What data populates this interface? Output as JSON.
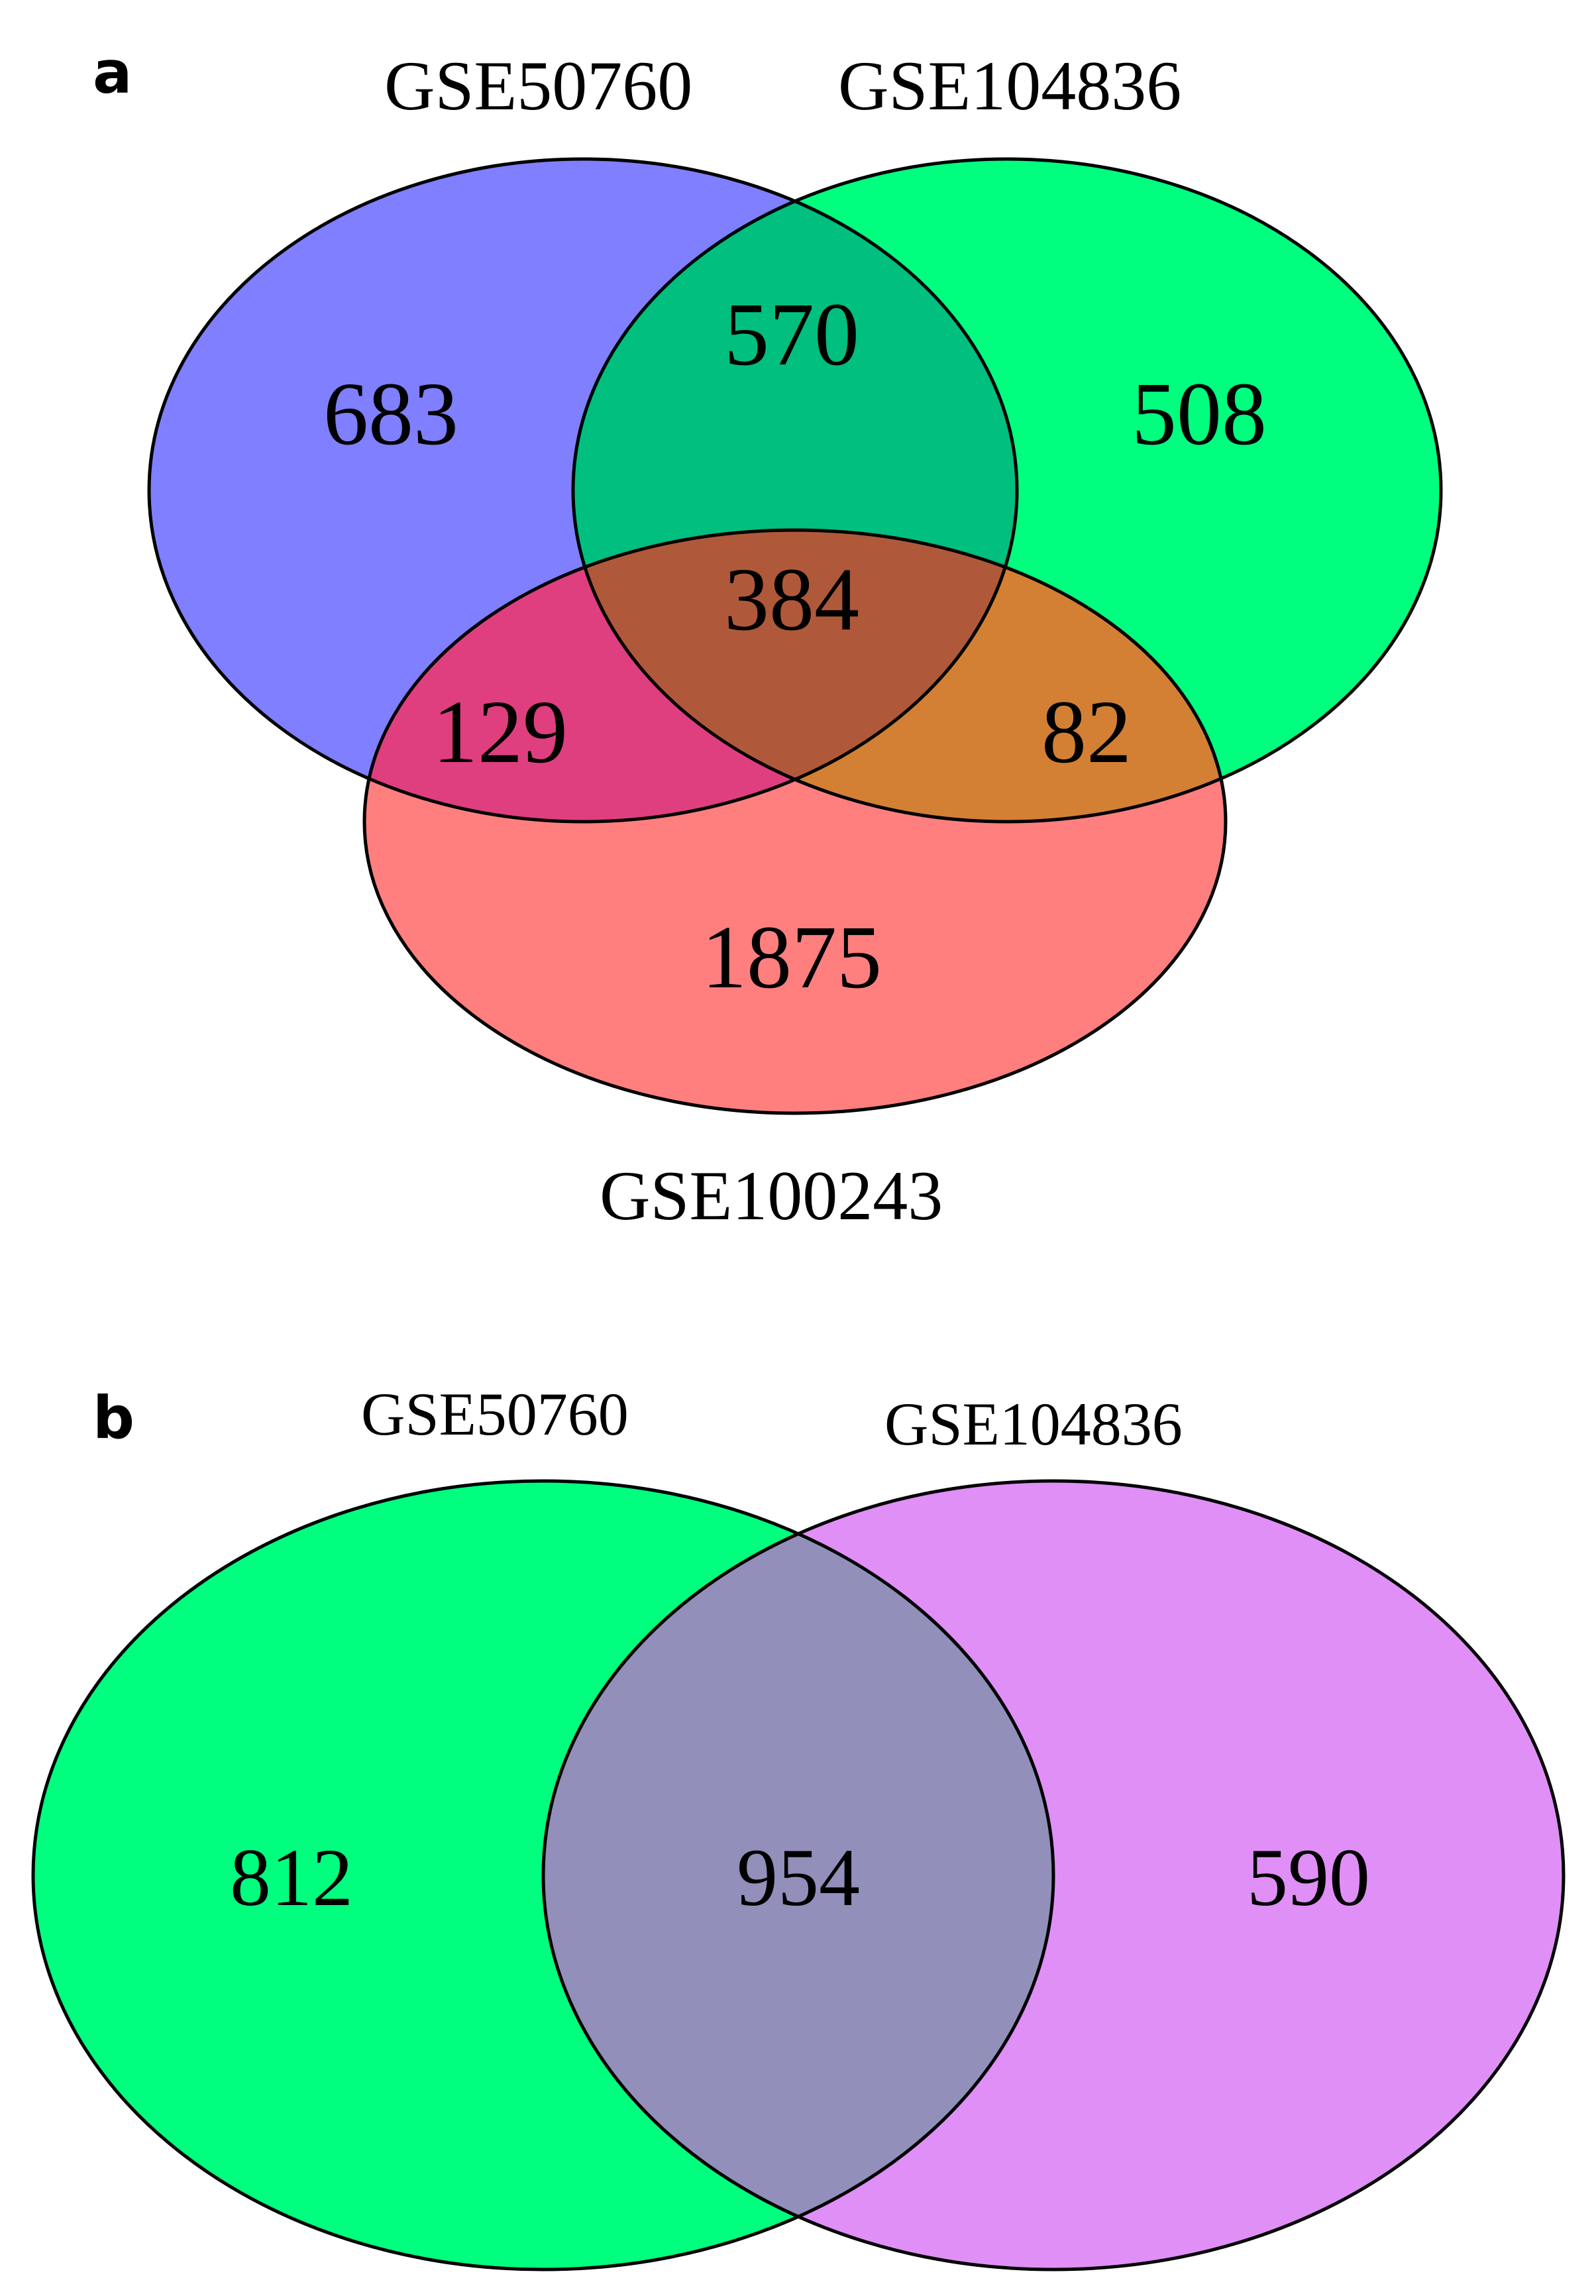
{
  "panels": {
    "a": {
      "letter": "a",
      "sets": {
        "s1": {
          "name": "GSE50760",
          "color": "#7f7fff"
        },
        "s2": {
          "name": "GSE104836",
          "color": "#00ff7f"
        },
        "s3": {
          "name": "GSE100243",
          "color": "#ff7f7f"
        }
      },
      "regions": {
        "only_s1": {
          "count": "683"
        },
        "only_s2": {
          "count": "508"
        },
        "only_s3": {
          "count": "1875"
        },
        "s1_s2": {
          "count": "570",
          "color": "#00bf7f"
        },
        "s1_s3": {
          "count": "129",
          "color": "#df3f7f"
        },
        "s2_s3": {
          "count": "82",
          "color": "#d38035"
        },
        "s1_s2_s3": {
          "count": "384",
          "color": "#b0593a"
        }
      }
    },
    "b": {
      "letter": "b",
      "sets": {
        "s1": {
          "name": "GSE50760",
          "color": "#00ff7f"
        },
        "s2": {
          "name": "GSE104836",
          "color": "#e08ff7"
        }
      },
      "regions": {
        "only_s1": {
          "count": "812"
        },
        "only_s2": {
          "count": "590"
        },
        "s1_s2": {
          "count": "954",
          "color": "#928fbb"
        }
      }
    }
  }
}
